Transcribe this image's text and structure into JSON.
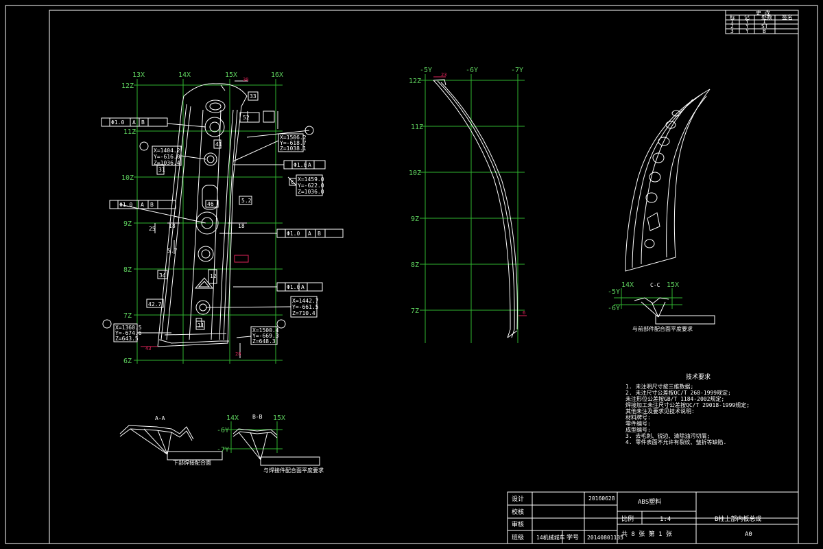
{
  "title_block": {
    "designer_label": "设计",
    "checker_label": "校核",
    "reviewer_label": "审核",
    "class_label": "班级",
    "class_value": "14机械城车",
    "student_no_label": "学号",
    "student_no_value": "20140801135",
    "code_value": "20160628",
    "material": "ABS塑料",
    "scale_label": "比例",
    "scale_value": "1:4",
    "drawing_name": "B柱上部内板总成",
    "sheet_info": "共 8 张   第 1 张",
    "paper_size": "A0"
  },
  "revision_table": {
    "header": "更 改",
    "columns": [
      "标",
      "记",
      "处数",
      "签名"
    ],
    "rows": [
      [
        "1",
        "Y",
        "1"
      ],
      [
        "2",
        "Y",
        "ST"
      ],
      [
        "3",
        "Y",
        "B"
      ]
    ]
  },
  "tech_req": {
    "title": "技术要求",
    "lines": [
      "1. 未注明尺寸按三维数据;",
      "2. 未注尺寸公差按QC/T 268-1999规定;",
      "   未注形位公差按GB/T 1184-2002规定;",
      "   焊接加工未注尺寸公差按QC/T 29018-1999规定;",
      "   其他未注及要求见技术说明:",
      "   材料牌号:",
      "   零件编号:",
      "   成型编号:",
      "3. 去毛刺、锐边、清除油污切屑;",
      "4. 零件表面不允许有裂纹、皱折等缺陷."
    ]
  },
  "front_view": {
    "x_grid": [
      "13X",
      "14X",
      "15X",
      "16X"
    ],
    "z_grid": [
      "12Z",
      "11Z",
      "10Z",
      "9Z",
      "8Z",
      "7Z",
      "6Z"
    ]
  },
  "side_view": {
    "y_grid": [
      "-5Y",
      "-6Y",
      "-7Y"
    ],
    "z_grid": [
      "12Z",
      "11Z",
      "10Z",
      "9Z",
      "8Z",
      "7Z"
    ],
    "dim_top": "23",
    "dim_bottom": "6"
  },
  "section_views": {
    "aa": {
      "label": "A-A",
      "note": "下部焊接配合面"
    },
    "bb": {
      "label": "B-B",
      "grid_x": [
        "14X",
        "15X"
      ],
      "grid_y": [
        "-6Y",
        "-7Y"
      ],
      "note": "与焊接件配合面平度要求"
    },
    "cc": {
      "label": "C-C",
      "grid_x": [
        "14X",
        "15X"
      ],
      "grid_y": [
        "-5Y",
        "-6Y"
      ],
      "note": "与前部件配合面平度要求"
    }
  },
  "annotations": {
    "coord_tl": {
      "x": "X=1404.2",
      "y": "Y=-616.0",
      "z": "Z=1036.4"
    },
    "coord_tr": {
      "x": "X=1506.2",
      "y": "Y=-618.7",
      "z": "Z=1038.1"
    },
    "coord_mid": {
      "x": "X=1459.0",
      "y": "Y=-622.0",
      "z": "Z=1036.0"
    },
    "coord_bl": {
      "x": "X=1360.5",
      "y": "Y=-674.6",
      "z": "Z=643.5"
    },
    "coord_br": {
      "x": "X=1500.4",
      "y": "Y=-669.3",
      "z": "Z=648.3"
    },
    "coord_lr": {
      "x": "X=1442.7",
      "y": "Y=-661.5",
      "z": "Z=710.4"
    },
    "dims": [
      "30",
      "33",
      "52",
      "41",
      "31",
      "46",
      "5.2",
      "25",
      "18",
      "18",
      "34",
      "5.7",
      "42.7",
      "43",
      "28",
      "12",
      "11"
    ],
    "fcf_label": "Φ1.0",
    "datums": [
      "A",
      "B",
      "C"
    ]
  }
}
